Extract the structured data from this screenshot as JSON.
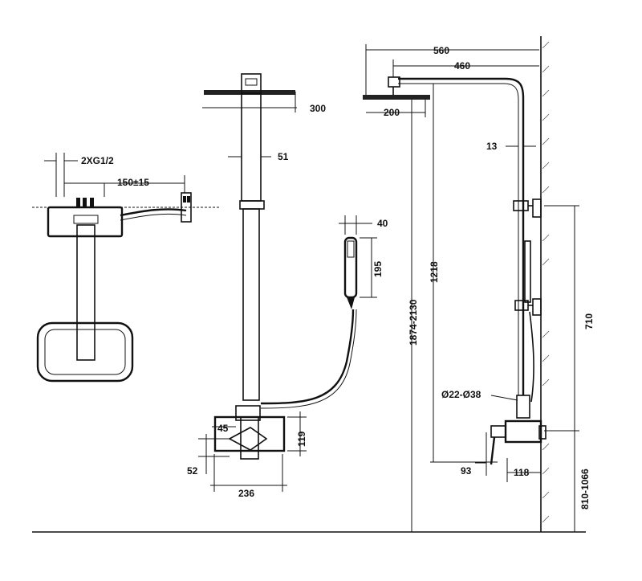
{
  "drawing": {
    "labels": {
      "wall_inlets": "2XG1/2",
      "inlet_spacing": "150±15",
      "head_diameter": "300",
      "pipe_diameter": "51",
      "hand_width": "40",
      "hand_length": "195",
      "mixer_offset": "45",
      "mixer_height": "119",
      "mixer_depth": "52",
      "mixer_width": "236",
      "total_reach": "560",
      "arm_length": "460",
      "head_offset": "200",
      "wall_gap": "13",
      "total_height": "1874-2130",
      "riser_height": "1218",
      "bracket_spacing": "710",
      "adjustable_range": "Ø22-Ø38",
      "valve_projection": "93",
      "valve_depth": "118",
      "valve_height": "810-1066"
    }
  }
}
